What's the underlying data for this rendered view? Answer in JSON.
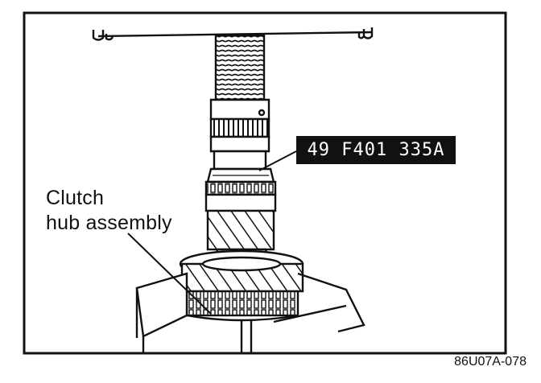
{
  "figure": {
    "callout_label_lines": [
      "Clutch",
      "hub assembly"
    ],
    "tool_part_number": "49 F401 335A",
    "figure_code": "86U07A-078"
  },
  "colors": {
    "ink": "#111111",
    "paper": "#ffffff"
  }
}
